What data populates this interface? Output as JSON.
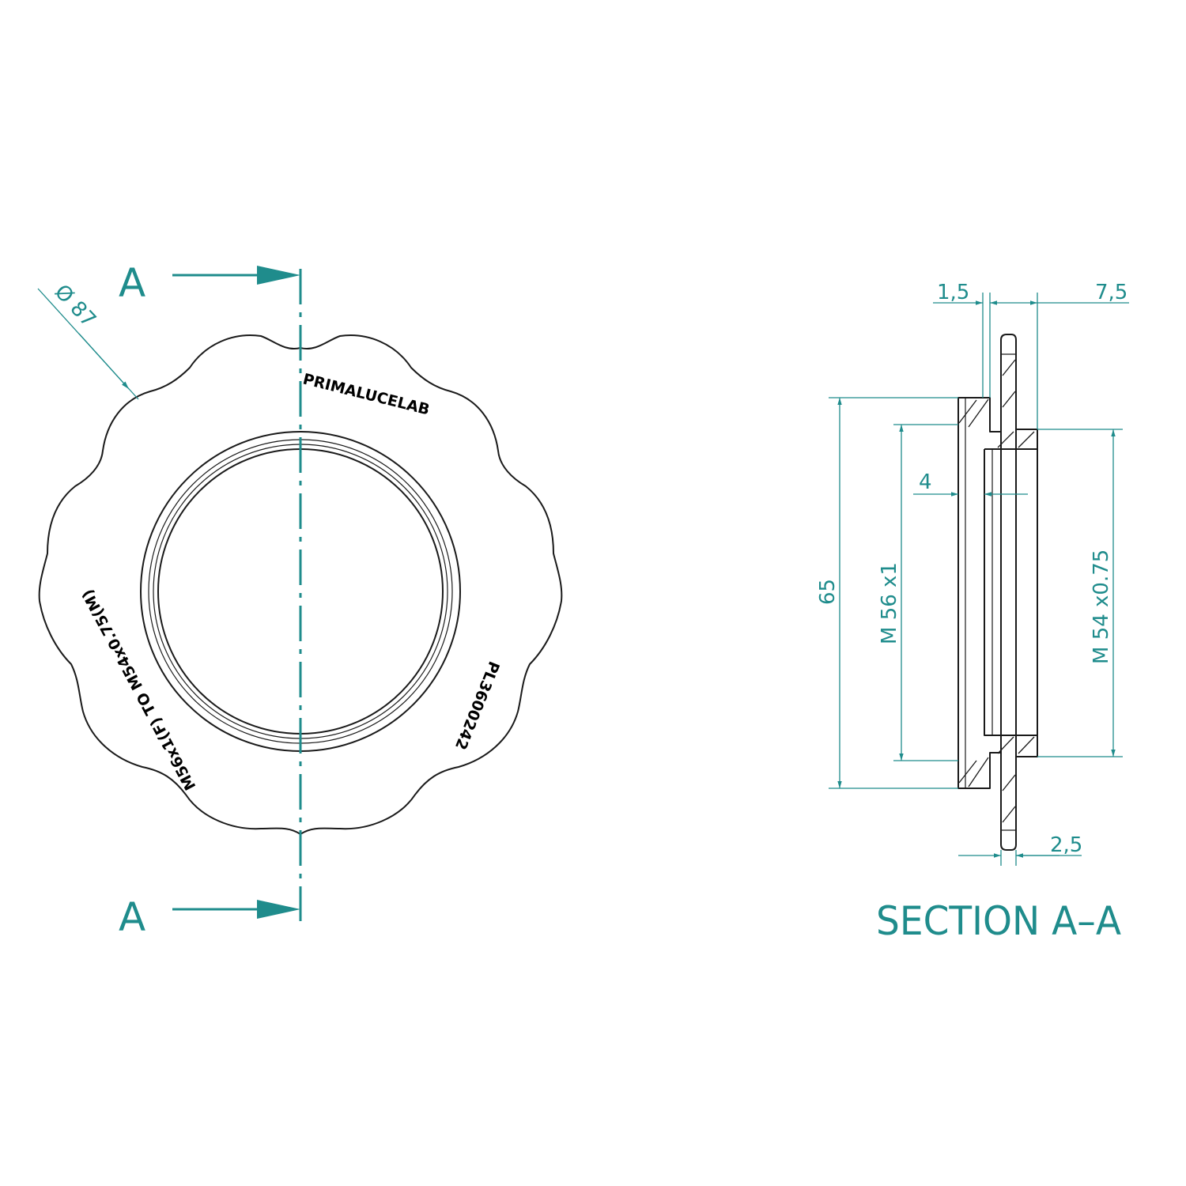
{
  "front_view": {
    "cut_label_top": "A",
    "cut_label_bottom": "A",
    "diameter_dim": "Ø 87",
    "engraving_brand": "PRIMALUCELAB",
    "engraving_spec": "M56x1(F) TO M54x0.75(M)",
    "engraving_code": "PL3600242"
  },
  "section_view": {
    "title": "SECTION A–A",
    "dim_top_left": "1,5",
    "dim_top_right": "7,5",
    "dim_bottom": "2,5",
    "dim_small": "4",
    "dim_overall": "65",
    "dim_thread_left": "M 56 x1",
    "dim_thread_right": "M 54 x0.75"
  },
  "colors": {
    "dimension": "#1f8c8c",
    "outline": "#1a1a1a"
  }
}
